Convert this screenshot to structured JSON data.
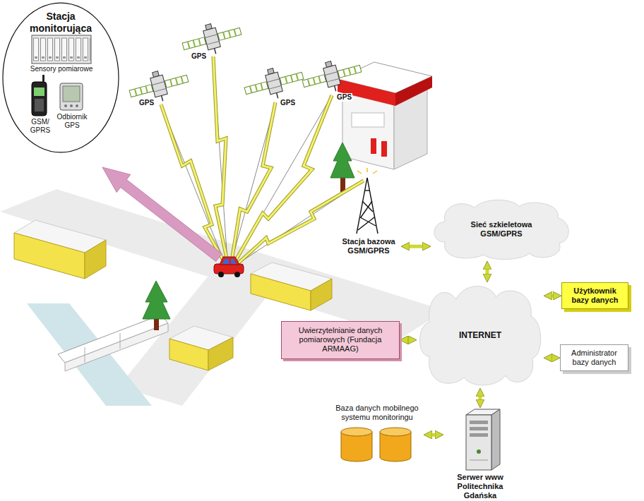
{
  "diagram": {
    "nodes": [
      {
        "text": [
          "Stacja monitorująca"
        ]
      },
      {
        "text": [
          "Sensory pomiarowe"
        ],
        "in": 0
      },
      {
        "text": [
          "GSM/ GPRS"
        ],
        "in": 0
      },
      {
        "text": [
          "Odbiornik GPS"
        ],
        "in": 0
      },
      {
        "text": [
          "Stacja bazowa GSM/GPRS"
        ]
      },
      {
        "text": [
          "Sieć szkieletowa GSM/GPRS"
        ]
      },
      {
        "text": [
          "Użytkownik bazy danych"
        ]
      },
      {
        "text": [
          "Uwierzytelnianie danych pomiarowych (Fundacja ARMAAG)"
        ]
      },
      {
        "text": [
          "INTERNET"
        ]
      },
      {
        "text": [
          "Administrator bazy danych"
        ]
      },
      {
        "text": [
          "Baza danych mobilnego systemu monitoringu"
        ]
      },
      {
        "text": [
          "Serwer www Politechnika Gdańska"
        ]
      }
    ],
    "edges": [
      {
        "from": 4,
        "to": 5,
        "arrow": "both"
      },
      {
        "from": 5,
        "to": 8,
        "arrow": "both"
      },
      {
        "from": 8,
        "to": 6,
        "arrow": "both"
      },
      {
        "from": 7,
        "to": 8,
        "arrow": "both"
      },
      {
        "from": 8,
        "to": 9,
        "arrow": "both"
      },
      {
        "from": 8,
        "to": 11,
        "arrow": "both"
      },
      {
        "from": 11,
        "to": 10,
        "arrow": "both"
      }
    ],
    "labels": [
      "GPS",
      "GPS",
      "GPS",
      "GPS"
    ]
  }
}
